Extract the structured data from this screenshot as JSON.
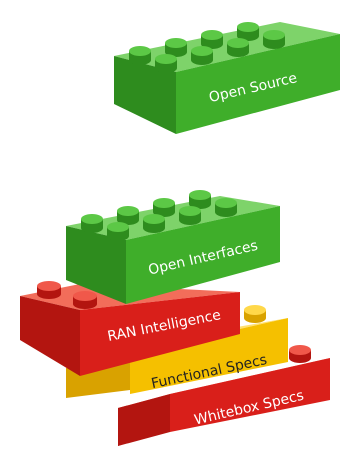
{
  "colors": {
    "green": "#3fae2a",
    "red": "#d91f1a",
    "yellow": "#f5c000"
  },
  "bricks": [
    {
      "key": "open-source",
      "label": "Open Source",
      "color": "green"
    },
    {
      "key": "open-interfaces",
      "label": "Open Interfaces",
      "color": "green"
    },
    {
      "key": "ran-intelligence",
      "label": "RAN Intelligence",
      "color": "red"
    },
    {
      "key": "functional-specs",
      "label": "Functional Specs",
      "color": "yellow"
    },
    {
      "key": "whitebox-specs",
      "label": "Whitebox Specs",
      "color": "red"
    }
  ]
}
